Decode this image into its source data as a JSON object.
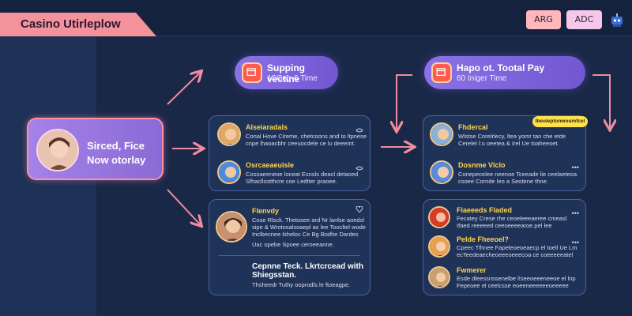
{
  "header": {
    "title": "Casino Utirleplow",
    "buttons": [
      "ARG",
      "ADC"
    ],
    "icon": "robot-icon"
  },
  "user_card": {
    "line1": "Sirced, Fice",
    "line2": "Now otorlay"
  },
  "pills": [
    {
      "title": "Supping vectine",
      "subtitle": "1SCng-6 Time",
      "icon": "calendar-icon"
    },
    {
      "title": "Hapo ot. Tootal Pay",
      "subtitle": "60 Iniger Time",
      "icon": "calendar-icon"
    }
  ],
  "panel1": {
    "rows": [
      {
        "name": "Alseiaradals",
        "desc": [
          "Conal Hove Cireme, chetcoons and to ltpnese",
          "cnpe lhaoacbhr ceeuocdele ce lu deeemt."
        ]
      },
      {
        "name": "Osrcaeaeuisle",
        "desc": [
          "Cosoaeeneoe loceat Esnsls deacl detaoed",
          "Sfhacllsstthcre coe Ledtter praoee."
        ]
      }
    ]
  },
  "panel2": {
    "name": "Flenvdy",
    "desc": [
      "Cose Rlsck. Thetosee ard Nr lanlse aoedsl",
      "sipe & Wrotosalsoaepl as lee Toocltel wode",
      "Inclbecnee lsheloc Ce Bg Bodhe Dardes",
      "Uac opebe Spoee ceroeeanne."
    ],
    "sub_title": [
      "Cepnne Teck. Lkrtcrcead with",
      "Shiegsstan."
    ],
    "sub_desc": "Thsheedr Tuthy ooprodls le ftoeagpe."
  },
  "panel3": {
    "badge": "Ibeoleptonwoumfcel",
    "rows": [
      {
        "name": "Fhdercal",
        "desc": [
          "Wlstse Corelrlecy, ltea yomr tan che etde",
          "Cerelel l:u oeetea & Irel Ue toaheeoet."
        ]
      },
      {
        "name": "Dosnme Vlclo",
        "desc": [
          "Conepecelee neenoe Tceeade lie ceelaeteoa",
          "csoee Cornde leo a Seotene thne."
        ]
      }
    ]
  },
  "panel4": {
    "rows": [
      {
        "name": "Fiaeeeds Fladed",
        "desc": [
          "Fecatey Crese rhe ceoeleeeaeree cmeasl",
          "Ifaed reeeeed ceeoeeeearoe.pel lee"
        ]
      },
      {
        "name": "Pelde Fheeoel?",
        "desc": [
          "Cpeec Tlhnee Fapeleoeoeaecp el toell Ue Lm",
          "ecTeedeaecheoeeeoeeecoa ce coeeeeeatel"
        ]
      },
      {
        "name": "Fwmerer",
        "desc": [
          "Esde dleessnssenelbe l!seeoeeeneeoe el lnp",
          "Fepeoee el ceelcsse eoeeneeeeeeoeeeee"
        ]
      }
    ]
  },
  "colors": {
    "accent_pink": "#f4929c",
    "accent_purple": "#8a72e6",
    "name_yellow": "#ffd44a",
    "arrow": "#f08ca0"
  }
}
